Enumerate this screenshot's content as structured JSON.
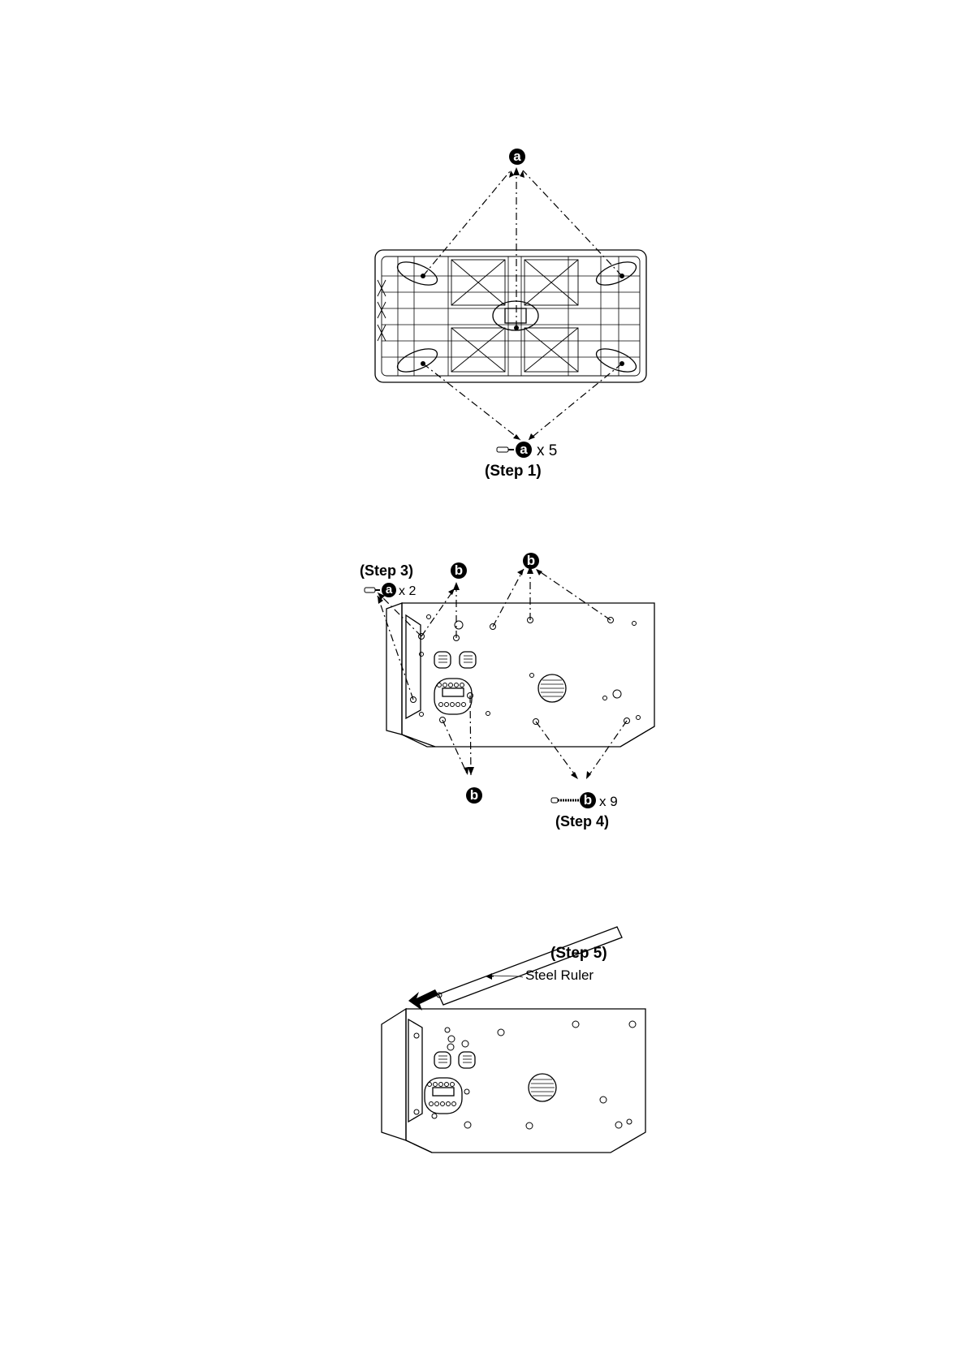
{
  "step1": {
    "label": "(Step 1)",
    "callout_a": "a",
    "screw_letter": "a",
    "screw_qty": "x 5"
  },
  "step3": {
    "label": "(Step 3)",
    "screw_letter": "a",
    "screw_qty": "x 2"
  },
  "step4": {
    "label": "(Step 4)",
    "callout_b": "b",
    "screw_letter": "b",
    "screw_qty": "x 9"
  },
  "step5": {
    "label": "(Step 5)",
    "ruler_label": "Steel Ruler"
  }
}
